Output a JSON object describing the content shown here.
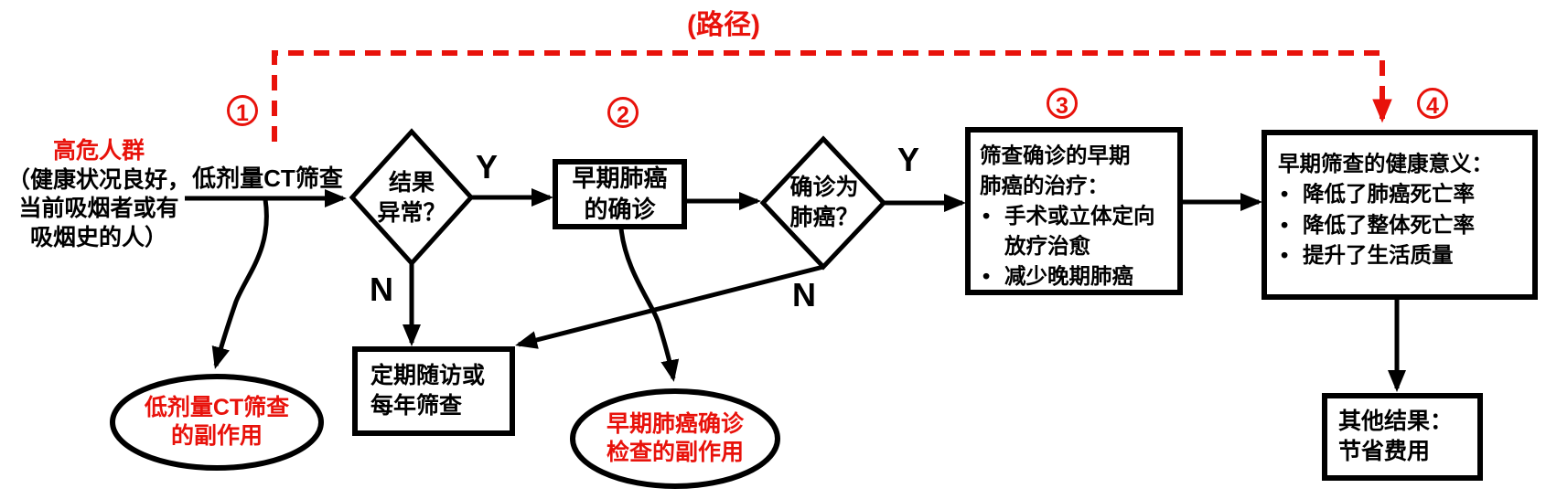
{
  "title": "(路径)",
  "accent_red": "#e8120b",
  "step_markers": [
    "1",
    "2",
    "3",
    "4"
  ],
  "source": {
    "title": "高危人群",
    "lines": [
      "（健康状况良好，",
      "当前吸烟者或有",
      "吸烟史的人）"
    ]
  },
  "screening_label": "低剂量CT筛查",
  "labels": {
    "yes1": "Y",
    "no1": "N",
    "yes2": "Y",
    "no2": "N"
  },
  "decision_abnormal": {
    "lines": [
      "结果",
      "异常？"
    ]
  },
  "box_confirm": {
    "lines": [
      "早期肺癌",
      "的确诊"
    ]
  },
  "decision_cancer": {
    "lines": [
      "确诊为",
      "肺癌？"
    ]
  },
  "box_treatment": {
    "title_lines": [
      "筛查确诊的早期",
      "肺癌的治疗："
    ],
    "bullets": [
      "手术或立体定向放疗治愈",
      "减少晚期肺癌"
    ]
  },
  "box_benefit": {
    "title": "早期筛查的健康意义：",
    "bullets": [
      "降低了肺癌死亡率",
      "降低了整体死亡率",
      "提升了生活质量"
    ]
  },
  "box_followup": {
    "lines": [
      "定期随访或",
      "每年筛查"
    ]
  },
  "box_other": {
    "lines": [
      "其他结果：",
      "节省费用"
    ]
  },
  "ellipse_ct_side_effect": {
    "lines": [
      "低剂量CT筛查",
      "的副作用"
    ]
  },
  "ellipse_dx_side_effect": {
    "lines": [
      "早期肺癌确诊",
      "检查的副作用"
    ]
  }
}
